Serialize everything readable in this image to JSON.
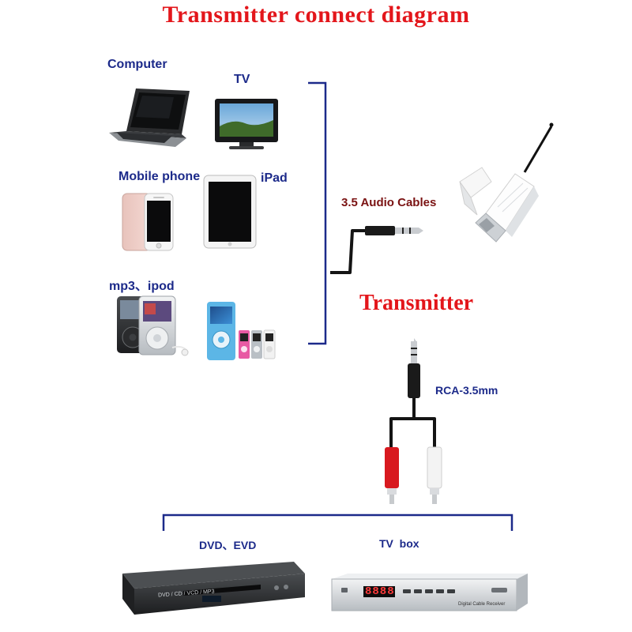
{
  "title": "Transmitter connect diagram",
  "sources": {
    "computer": "Computer",
    "tv": "TV",
    "mobile_phone": "Mobile phone",
    "ipad": "iPad",
    "mp3_ipod": "mp3、ipod"
  },
  "cable_label": "3.5 Audio Cables",
  "transmitter_label": "Transmitter",
  "rca_label": "RCA-3.5mm",
  "outputs": {
    "dvd": "DVD、EVD",
    "tv_box": "TV  box"
  },
  "device_text": {
    "dvd_panel": "DVD / CD / VCD / MP3",
    "receiver_display": "8888",
    "receiver_label": "Digital Cable Receiver"
  },
  "colors": {
    "title_red": "#e3161b",
    "label_blue": "#1c2a8a",
    "bracket_blue": "#1c2a8a",
    "cable_label": "#7a1212"
  }
}
